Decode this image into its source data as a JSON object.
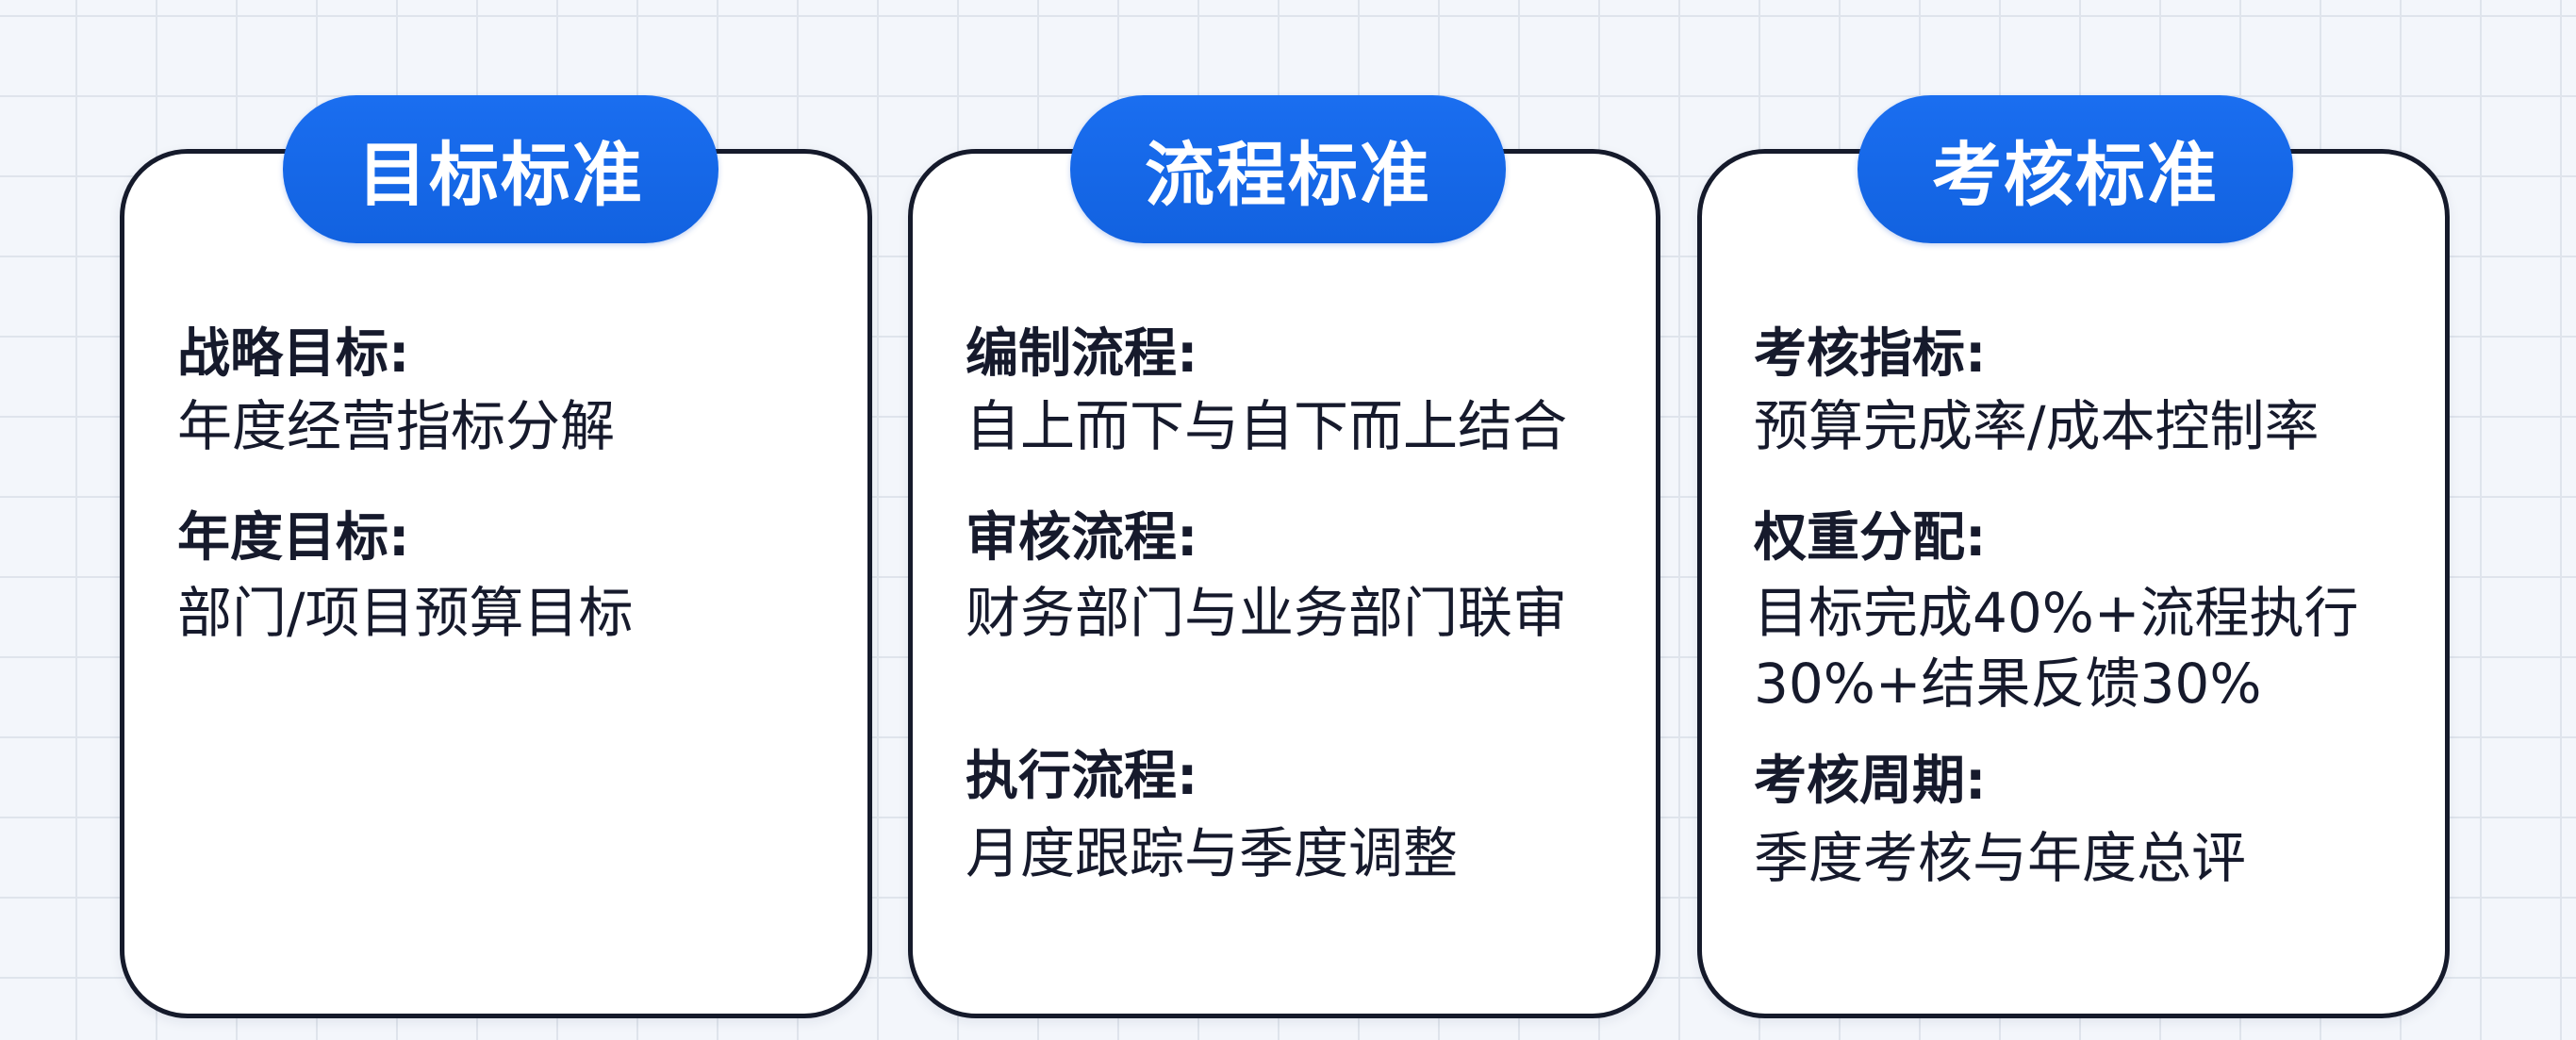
{
  "colors": {
    "pill_blue": "#1668e8",
    "card_border": "#151a2b",
    "text": "#161a2c",
    "background": "#f3f6fb",
    "grid_line": "#dfe4ec"
  },
  "cards": [
    {
      "title": "目标标准",
      "sections": [
        {
          "heading": "战略目标:",
          "lines": [
            "年度经营指标分解"
          ]
        },
        {
          "heading": "年度目标:",
          "lines": [
            "部门/项目预算目标"
          ]
        }
      ]
    },
    {
      "title": "流程标准",
      "sections": [
        {
          "heading": "编制流程:",
          "lines": [
            "自上而下与自下而上结合"
          ]
        },
        {
          "heading": "审核流程:",
          "lines": [
            "财务部门与业务部门联审"
          ]
        },
        {
          "heading": "执行流程:",
          "lines": [
            "月度跟踪与季度调整"
          ]
        }
      ]
    },
    {
      "title": "考核标准",
      "sections": [
        {
          "heading": "考核指标:",
          "lines": [
            "预算完成率/成本控制率"
          ]
        },
        {
          "heading": "权重分配:",
          "lines": [
            "目标完成40%+流程执行",
            "30%+结果反馈30%"
          ]
        },
        {
          "heading": "考核周期:",
          "lines": [
            "季度考核与年度总评"
          ]
        }
      ]
    }
  ]
}
